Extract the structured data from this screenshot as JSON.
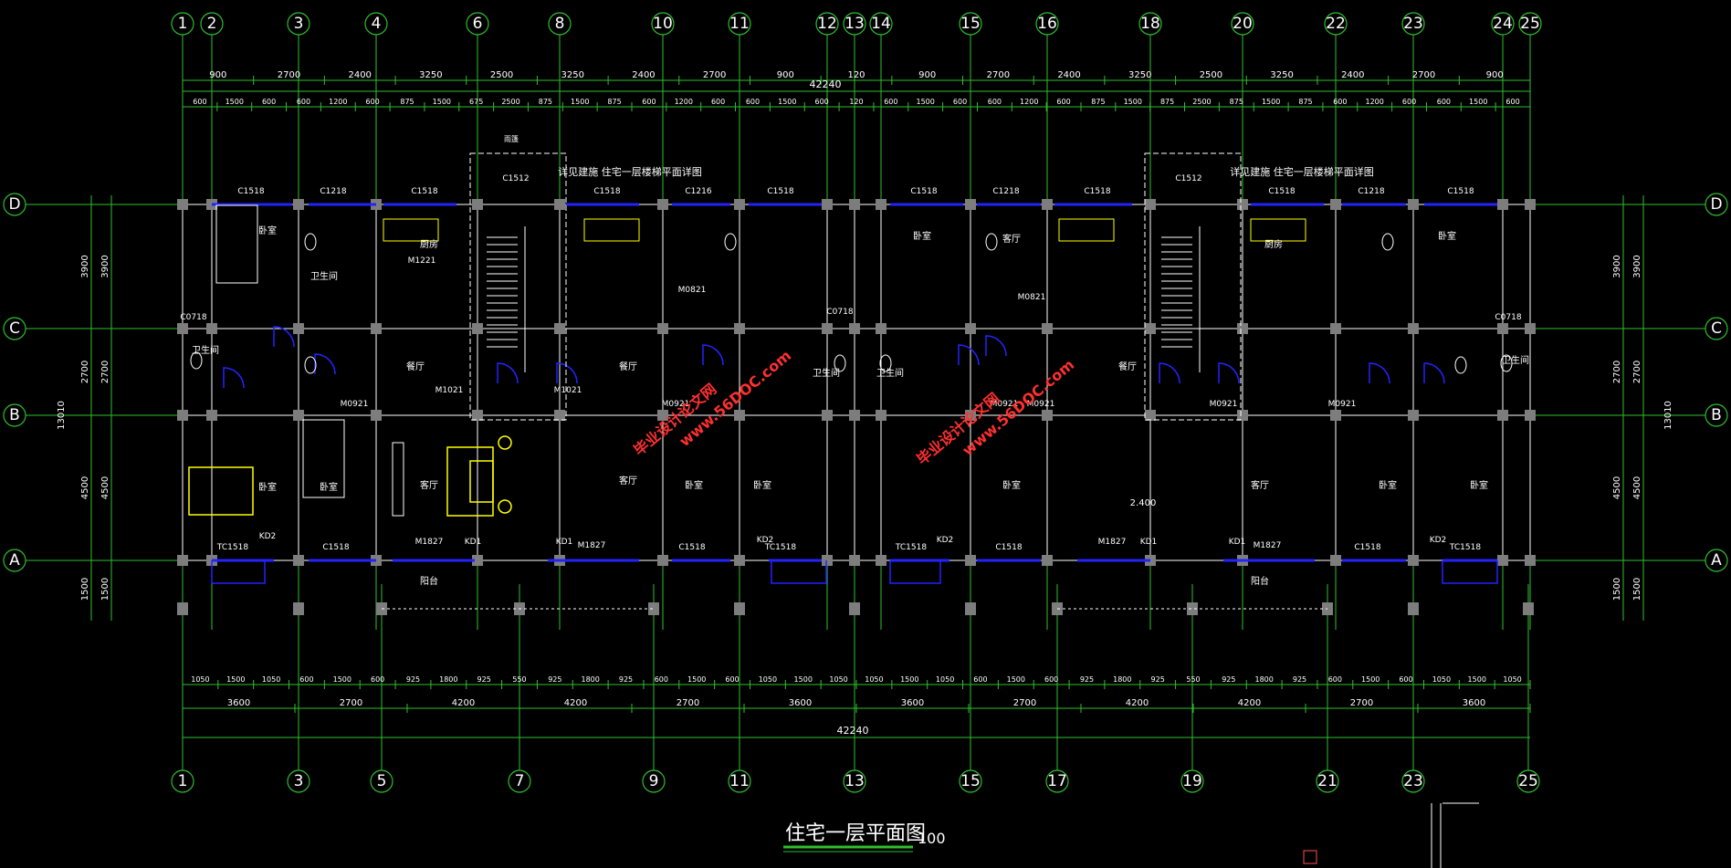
{
  "drawing": {
    "title": "住宅一层平面图",
    "scale": "100",
    "overall_length": "42240",
    "overall_depth": "13010",
    "note_stair": "详见建施 住宅一层楼梯平面详图",
    "note_tag": "雨篷",
    "elevation": "2.400"
  },
  "top_axes": [
    "1",
    "2",
    "3",
    "4",
    "6",
    "8",
    "10",
    "11",
    "12",
    "13",
    "14",
    "15",
    "16",
    "18",
    "20",
    "22",
    "23",
    "24",
    "25"
  ],
  "bottom_axes": [
    "1",
    "3",
    "5",
    "7",
    "9",
    "11",
    "13",
    "15",
    "17",
    "19",
    "21",
    "23",
    "25"
  ],
  "row_axes": [
    "D",
    "C",
    "B",
    "A"
  ],
  "top_dims_row1": [
    "900",
    "2700",
    "2400",
    "3250",
    "2500",
    "3250",
    "2400",
    "2700",
    "900",
    "120",
    "900",
    "2700",
    "2400",
    "3250",
    "2500",
    "3250",
    "2400",
    "2700",
    "900"
  ],
  "top_dims_row2": [
    "600",
    "1500",
    "600",
    "600",
    "1200",
    "600",
    "875",
    "1500",
    "675",
    "2500",
    "875",
    "1500",
    "875",
    "600",
    "1200",
    "600",
    "600",
    "1500",
    "600",
    "120",
    "600",
    "1500",
    "600",
    "600",
    "1200",
    "600",
    "875",
    "1500",
    "875",
    "2500",
    "875",
    "1500",
    "875",
    "600",
    "1200",
    "600",
    "600",
    "1500",
    "600"
  ],
  "bottom_dims_row1": [
    "1050",
    "1500",
    "1050",
    "600",
    "1500",
    "600",
    "925",
    "1800",
    "925",
    "550",
    "925",
    "1800",
    "925",
    "600",
    "1500",
    "600",
    "1050",
    "1500",
    "1050",
    "1050",
    "1500",
    "1050",
    "600",
    "1500",
    "600",
    "925",
    "1800",
    "925",
    "550",
    "925",
    "1800",
    "925",
    "600",
    "1500",
    "600",
    "1050",
    "1500",
    "1050"
  ],
  "bottom_dims_row2": [
    "3600",
    "2700",
    "4200",
    "4200",
    "2700",
    "3600",
    "3600",
    "2700",
    "4200",
    "4200",
    "2700",
    "3600"
  ],
  "left_dims": [
    "3900",
    "2700",
    "4500",
    "1500"
  ],
  "window_tags": [
    "C1518",
    "C1218",
    "C1518",
    "C1512",
    "C1518",
    "C1216",
    "C1518",
    "C1518",
    "C1218",
    "C1518",
    "C1512",
    "C1518",
    "C1218",
    "C1518",
    "C0718",
    "C0718",
    "C0718",
    "TC1518",
    "C1518",
    "M1827",
    "KD1",
    "KD1",
    "M1827",
    "C1518",
    "KD2",
    "TC1518",
    "TC1518",
    "KD2",
    "C1518",
    "M1827",
    "KD1",
    "KD1",
    "M1827",
    "C1518",
    "KD2",
    "TC1518",
    "KD2"
  ],
  "door_tags": [
    "M1221",
    "M0821",
    "M0821",
    "M0921",
    "M0921",
    "M1021",
    "M1021",
    "M0921",
    "M0921",
    "M0921",
    "M0921"
  ],
  "rooms": [
    "卧室",
    "厨房",
    "卫生间",
    "卫生间",
    "餐厅",
    "客厅",
    "卧室",
    "卧室",
    "阳台",
    "餐厅",
    "客厅",
    "卧室",
    "卧室",
    "卫生间",
    "卫生间",
    "卧室",
    "卧室",
    "客厅",
    "餐厅",
    "阳台",
    "客厅",
    "卧室",
    "卧室",
    "卫生间",
    "厨房",
    "卧室"
  ],
  "watermarks": [
    "毕业设计论文网",
    "www.56DOC.com"
  ],
  "colors": {
    "grid": "#2fbf2f",
    "window": "#2323ff",
    "wall": "#7d7d7d",
    "furniture": "#ffff00",
    "watermark": "#ff3030",
    "background": "#000000"
  }
}
